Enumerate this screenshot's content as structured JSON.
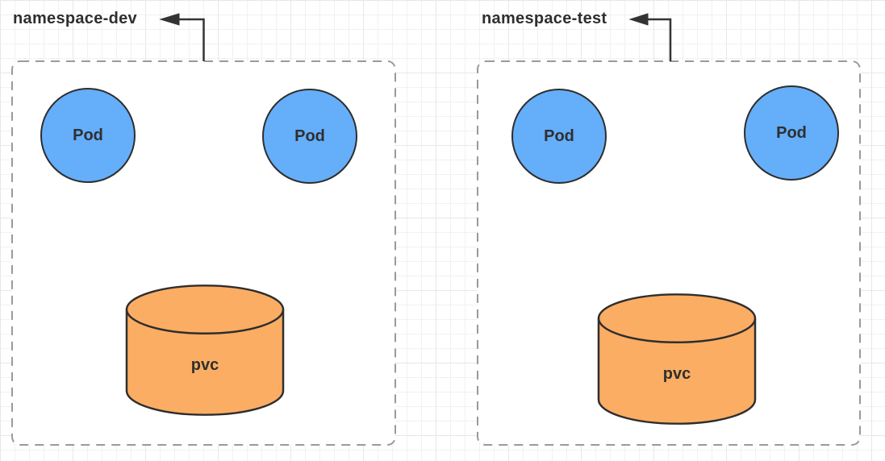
{
  "diagram": {
    "kind": "kubernetes-namespace-diagram",
    "namespaces": [
      {
        "label": "namespace-dev",
        "pods": [
          {
            "label": "Pod"
          },
          {
            "label": "Pod"
          }
        ],
        "pvc": {
          "label": "pvc"
        }
      },
      {
        "label": "namespace-test",
        "pods": [
          {
            "label": "Pod"
          },
          {
            "label": "Pod"
          }
        ],
        "pvc": {
          "label": "pvc"
        }
      }
    ]
  },
  "colors": {
    "canvas_bg": "#ffffff",
    "grid_minor": "#f1f1f1",
    "grid_major": "#e7e7e7",
    "box_fill": "#ffffff",
    "box_border": "#9a9a9a",
    "pod_fill": "#65aefa",
    "pod_stroke": "#2e2e2e",
    "pvc_fill": "#fbad63",
    "pvc_stroke": "#2e2e2e",
    "arrow": "#333333",
    "label_text": "#2f2f2f"
  }
}
